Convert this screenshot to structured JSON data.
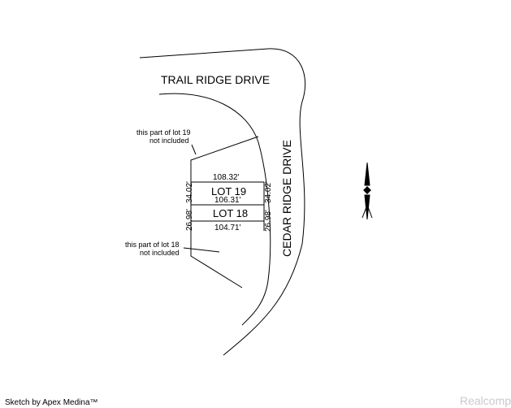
{
  "streets": {
    "trail": "TRAIL RIDGE DRIVE",
    "cedar": "CEDAR RIDGE DRIVE"
  },
  "lots": {
    "lot19": "LOT 19",
    "lot18": "LOT 18"
  },
  "dimensions": {
    "lot19_top": "108.32'",
    "lot19_left": "34.02'",
    "lot19_right": "34.02'",
    "lot19_bottom": "106.31'",
    "lot18_left": "26.98'",
    "lot18_right": "26.98'",
    "lot18_bottom": "104.71'"
  },
  "notes": {
    "lot19_line1": "this part of lot 19",
    "lot19_line2": "not included",
    "lot18_line1": "this part of lot 18",
    "lot18_line2": "not included"
  },
  "credit": "Sketch by Apex Medina™",
  "watermark": "Realcomp",
  "icons": {
    "north_arrow": "north-arrow-icon"
  }
}
